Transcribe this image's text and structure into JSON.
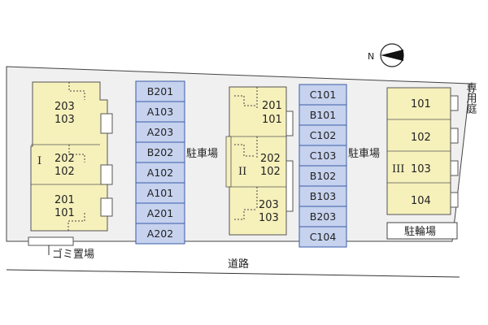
{
  "compass": {
    "letter": "N"
  },
  "map": {
    "colors": {
      "building_fill": "#f6f0bb",
      "building_stroke": "#555555",
      "parking_fill": "#c6d2ee",
      "parking_stroke": "#3a5ca8",
      "site_fill": "#f0f0f0",
      "site_stroke": "#444444"
    },
    "buildings": [
      {
        "roman": "I",
        "units": [
          [
            "203",
            "103"
          ],
          [
            "202",
            "102"
          ],
          [
            "201",
            "101"
          ]
        ]
      },
      {
        "roman": "II",
        "units": [
          [
            "201",
            "101"
          ],
          [
            "202",
            "102"
          ],
          [
            "203",
            "103"
          ]
        ]
      },
      {
        "roman": "III",
        "units": [
          [
            "101"
          ],
          [
            "102"
          ],
          [
            "103"
          ],
          [
            "104"
          ]
        ]
      }
    ],
    "parking_a": [
      "B201",
      "A103",
      "A203",
      "B202",
      "A102",
      "A101",
      "A201",
      "A202"
    ],
    "parking_b": [
      "C101",
      "B101",
      "C102",
      "C103",
      "B102",
      "B103",
      "B203",
      "C104"
    ],
    "labels": {
      "parking1": "駐車場",
      "parking2": "駐車場",
      "garden": "専用庭",
      "bicycle": "駐輪場",
      "garbage": "ゴミ置場",
      "road": "道路"
    }
  }
}
